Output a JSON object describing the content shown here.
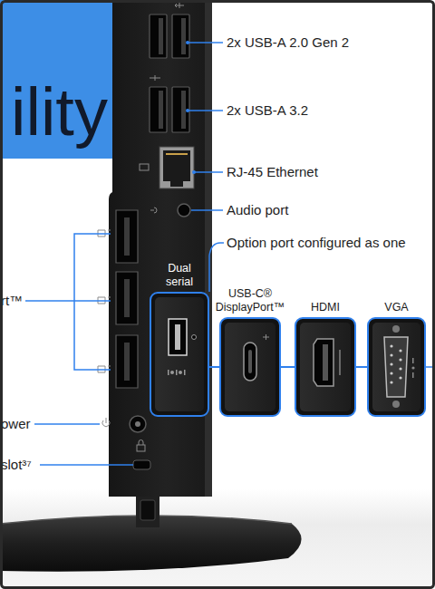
{
  "diagram": {
    "title": "ility",
    "nodes": [
      {
        "text": [
          "Dual serial"
        ]
      },
      {
        "text": [
          "USB-C® DisplayPort™"
        ]
      },
      {
        "text": [
          "HDMI"
        ]
      },
      {
        "text": [
          "VGA"
        ]
      }
    ],
    "edges": [
      {
        "from": 0,
        "to": 1,
        "arrow": "none"
      },
      {
        "from": 1,
        "to": 2,
        "arrow": "none"
      },
      {
        "from": 2,
        "to": 3,
        "arrow": "none"
      }
    ],
    "labels": [
      "2x USB-A 2.0 Gen 2",
      "2x USB-A 3.2",
      "RJ-45 Ethernet",
      "Audio port",
      "Option port configured as one",
      "rt™",
      "ower",
      "slot³⁷"
    ]
  }
}
